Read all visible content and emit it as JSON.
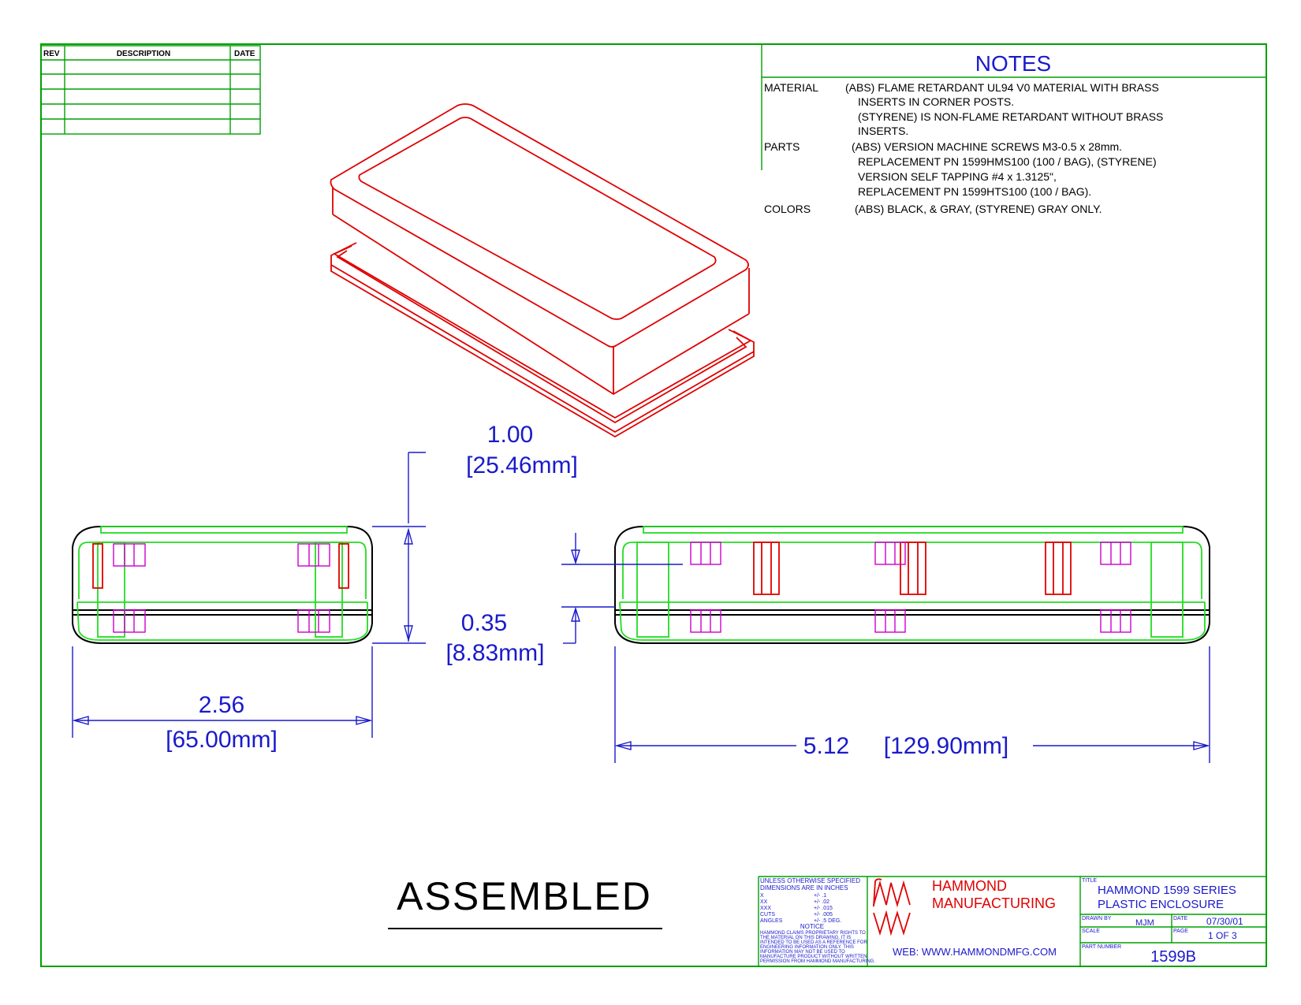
{
  "rev_table": {
    "headers": {
      "rev": "REV",
      "description": "DESCRIPTION",
      "date": "DATE"
    }
  },
  "notes": {
    "title": "NOTES",
    "material_label": "MATERIAL",
    "material_lines": [
      "(ABS) FLAME RETARDANT UL94 V0 MATERIAL WITH BRASS",
      "INSERTS IN CORNER POSTS.",
      "(STYRENE) IS NON-FLAME RETARDANT WITHOUT BRASS",
      "INSERTS."
    ],
    "parts_label": "PARTS",
    "parts_lines": [
      "(ABS) VERSION MACHINE SCREWS M3-0.5 x 28mm.",
      "REPLACEMENT PN 1599HMS100 (100 / BAG), (STYRENE)",
      "VERSION SELF TAPPING #4 x 1.3125\",",
      "REPLACEMENT PN 1599HTS100 (100 / BAG)."
    ],
    "colors_label": "COLORS",
    "colors_line": "(ABS) BLACK, & GRAY, (STYRENE) GRAY ONLY."
  },
  "dimensions": {
    "height_in": "1.00",
    "height_mm": "[25.46mm]",
    "lid_in": "0.35",
    "lid_mm": "[8.83mm]",
    "width_in": "2.56",
    "width_mm": "[65.00mm]",
    "length": "5.12",
    "length_mm": "[129.90mm]"
  },
  "view_label": "ASSEMBLED",
  "title_block": {
    "tolerance_lines": [
      "UNLESS OTHERWISE SPECIFIED",
      "DIMENSIONS ARE IN INCHES"
    ],
    "tolerances": [
      {
        "k": "X",
        "v": "+/- .1"
      },
      {
        "k": "XX",
        "v": "+/- .02"
      },
      {
        "k": "XXX",
        "v": "+/- .015"
      },
      {
        "k": "CUTS",
        "v": "+/- .005"
      },
      {
        "k": "ANGLES",
        "v": "+/- .5 DEG."
      }
    ],
    "notice_title": "NOTICE",
    "notice_lines": [
      "HAMMOND CLAIMS PROPRIETARY RIGHTS TO",
      "THE MATERIAL ON THIS DRAWING. IT IS",
      "INTENDED TO BE USED AS A REFERENCE FOR",
      "ENGINEERING INFORMATION ONLY. THIS",
      "INFORMATION MAY NOT BE USED TO",
      "MANUFACTURE PRODUCT WITHOUT WRITTEN",
      "PERMISSION FROM HAMMOND MANUFACTURING."
    ],
    "company_line1": "HAMMOND",
    "company_line2": "MANUFACTURING",
    "web": "WEB: WWW.HAMMONDMFG.COM",
    "title_label": "TITLE",
    "title_line1": "HAMMOND 1599 SERIES",
    "title_line2": "PLASTIC ENCLOSURE",
    "drawn_by_label": "DRAWN BY",
    "drawn_by": "MJM",
    "date_label": "DATE",
    "date": "07/30/01",
    "scale_label": "SCALE",
    "page_label": "PAGE",
    "page": "1 OF 3",
    "part_number_label": "PART NUMBER",
    "part_number": "1599B"
  },
  "colors": {
    "border": "#00a000",
    "dimension": "#1a1acc",
    "part_outline": "#e00000",
    "internal": "#22dd22",
    "inserts": "#cc00cc"
  }
}
